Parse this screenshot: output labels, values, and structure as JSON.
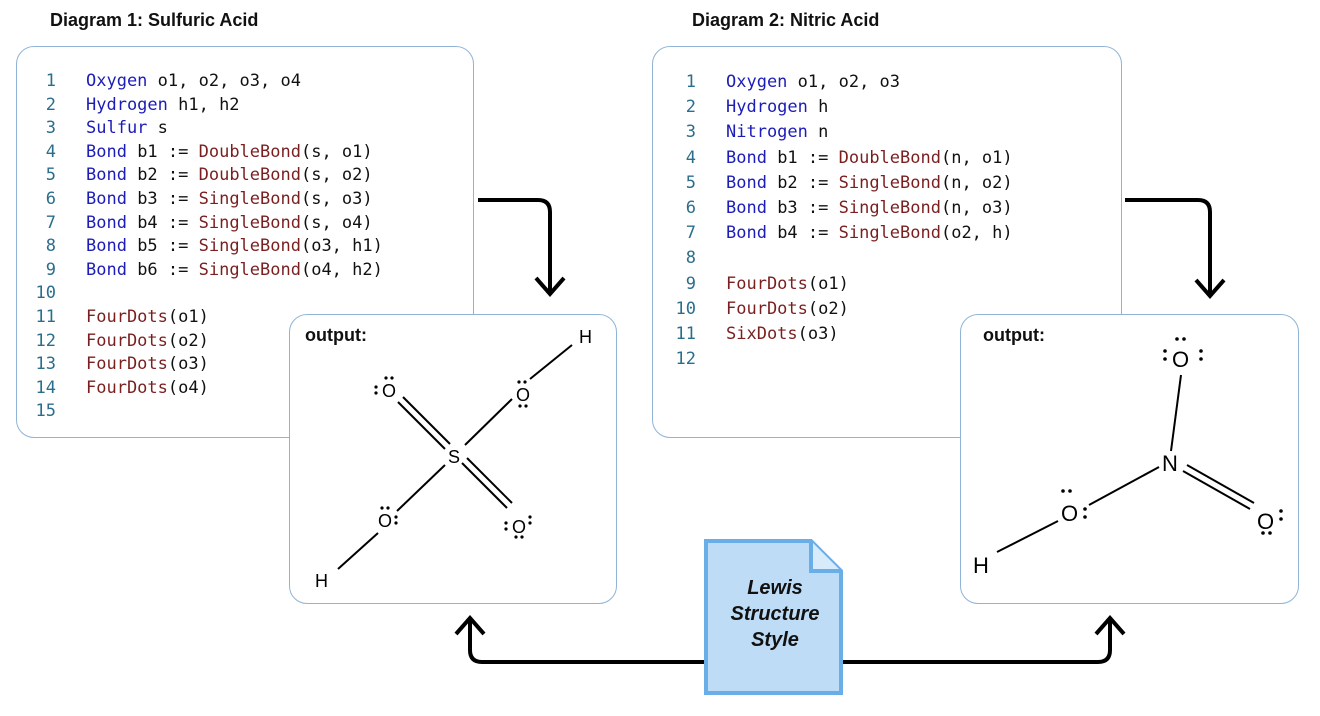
{
  "diagram1": {
    "title": "Diagram 1: Sulfuric Acid",
    "code": [
      {
        "n": "1",
        "tokens": [
          {
            "t": "Oxygen",
            "c": "kw"
          },
          {
            "t": " o1, o2, o3, o4",
            "c": ""
          }
        ]
      },
      {
        "n": "2",
        "tokens": [
          {
            "t": "Hydrogen",
            "c": "kw"
          },
          {
            "t": " h1, h2",
            "c": ""
          }
        ]
      },
      {
        "n": "3",
        "tokens": [
          {
            "t": "Sulfur",
            "c": "kw"
          },
          {
            "t": " s",
            "c": ""
          }
        ]
      },
      {
        "n": "4",
        "tokens": [
          {
            "t": "Bond",
            "c": "kw"
          },
          {
            "t": " b1 := ",
            "c": ""
          },
          {
            "t": "DoubleBond",
            "c": "fn"
          },
          {
            "t": "(s, o1)",
            "c": ""
          }
        ]
      },
      {
        "n": "5",
        "tokens": [
          {
            "t": "Bond",
            "c": "kw"
          },
          {
            "t": " b2 := ",
            "c": ""
          },
          {
            "t": "DoubleBond",
            "c": "fn"
          },
          {
            "t": "(s, o2)",
            "c": ""
          }
        ]
      },
      {
        "n": "6",
        "tokens": [
          {
            "t": "Bond",
            "c": "kw"
          },
          {
            "t": " b3 := ",
            "c": ""
          },
          {
            "t": "SingleBond",
            "c": "fn"
          },
          {
            "t": "(s, o3)",
            "c": ""
          }
        ]
      },
      {
        "n": "7",
        "tokens": [
          {
            "t": "Bond",
            "c": "kw"
          },
          {
            "t": " b4 := ",
            "c": ""
          },
          {
            "t": "SingleBond",
            "c": "fn"
          },
          {
            "t": "(s, o4)",
            "c": ""
          }
        ]
      },
      {
        "n": "8",
        "tokens": [
          {
            "t": "Bond",
            "c": "kw"
          },
          {
            "t": " b5 := ",
            "c": ""
          },
          {
            "t": "SingleBond",
            "c": "fn"
          },
          {
            "t": "(o3, h1)",
            "c": ""
          }
        ]
      },
      {
        "n": "9",
        "tokens": [
          {
            "t": "Bond",
            "c": "kw"
          },
          {
            "t": " b6 := ",
            "c": ""
          },
          {
            "t": "SingleBond",
            "c": "fn"
          },
          {
            "t": "(o4, h2)",
            "c": ""
          }
        ]
      },
      {
        "n": "10",
        "tokens": []
      },
      {
        "n": "11",
        "tokens": [
          {
            "t": "FourDots",
            "c": "fn"
          },
          {
            "t": "(o1)",
            "c": ""
          }
        ]
      },
      {
        "n": "12",
        "tokens": [
          {
            "t": "FourDots",
            "c": "fn"
          },
          {
            "t": "(o2)",
            "c": ""
          }
        ]
      },
      {
        "n": "13",
        "tokens": [
          {
            "t": "FourDots",
            "c": "fn"
          },
          {
            "t": "(o3)",
            "c": ""
          }
        ]
      },
      {
        "n": "14",
        "tokens": [
          {
            "t": "FourDots",
            "c": "fn"
          },
          {
            "t": "(o4)",
            "c": ""
          }
        ]
      },
      {
        "n": "15",
        "tokens": []
      }
    ],
    "output_label": "output:",
    "atoms": {
      "s": "S",
      "o": "O",
      "h": "H"
    }
  },
  "diagram2": {
    "title": "Diagram 2: Nitric Acid",
    "code": [
      {
        "n": "1",
        "tokens": [
          {
            "t": "Oxygen",
            "c": "kw"
          },
          {
            "t": " o1, o2, o3",
            "c": ""
          }
        ]
      },
      {
        "n": "2",
        "tokens": [
          {
            "t": "Hydrogen",
            "c": "kw"
          },
          {
            "t": " h",
            "c": ""
          }
        ]
      },
      {
        "n": "3",
        "tokens": [
          {
            "t": "Nitrogen",
            "c": "kw"
          },
          {
            "t": " n",
            "c": ""
          }
        ]
      },
      {
        "n": "4",
        "tokens": [
          {
            "t": "Bond",
            "c": "kw"
          },
          {
            "t": " b1 := ",
            "c": ""
          },
          {
            "t": "DoubleBond",
            "c": "fn"
          },
          {
            "t": "(n, o1)",
            "c": ""
          }
        ]
      },
      {
        "n": "5",
        "tokens": [
          {
            "t": "Bond",
            "c": "kw"
          },
          {
            "t": " b2 := ",
            "c": ""
          },
          {
            "t": "SingleBond",
            "c": "fn"
          },
          {
            "t": "(n, o2)",
            "c": ""
          }
        ]
      },
      {
        "n": "6",
        "tokens": [
          {
            "t": "Bond",
            "c": "kw"
          },
          {
            "t": " b3 := ",
            "c": ""
          },
          {
            "t": "SingleBond",
            "c": "fn"
          },
          {
            "t": "(n, o3)",
            "c": ""
          }
        ]
      },
      {
        "n": "7",
        "tokens": [
          {
            "t": "Bond",
            "c": "kw"
          },
          {
            "t": " b4 := ",
            "c": ""
          },
          {
            "t": "SingleBond",
            "c": "fn"
          },
          {
            "t": "(o2, h)",
            "c": ""
          }
        ]
      },
      {
        "n": "8",
        "tokens": []
      },
      {
        "n": "9",
        "tokens": [
          {
            "t": "FourDots",
            "c": "fn"
          },
          {
            "t": "(o1)",
            "c": ""
          }
        ]
      },
      {
        "n": "10",
        "tokens": [
          {
            "t": "FourDots",
            "c": "fn"
          },
          {
            "t": "(o2)",
            "c": ""
          }
        ]
      },
      {
        "n": "11",
        "tokens": [
          {
            "t": "SixDots",
            "c": "fn"
          },
          {
            "t": "(o3)",
            "c": ""
          }
        ]
      },
      {
        "n": "12",
        "tokens": []
      }
    ],
    "output_label": "output:",
    "atoms": {
      "n": "N",
      "o": "O",
      "h": "H"
    }
  },
  "style_doc": {
    "line1": "Lewis",
    "line2": "Structure",
    "line3": "Style",
    "fill": "#bfdcf7",
    "stroke": "#6aaee8"
  },
  "colors": {
    "keyword": "#1c1cb8",
    "function": "#7a1f1f",
    "line_number": "#2b6e8c",
    "card_border": "#8fb4d6"
  }
}
